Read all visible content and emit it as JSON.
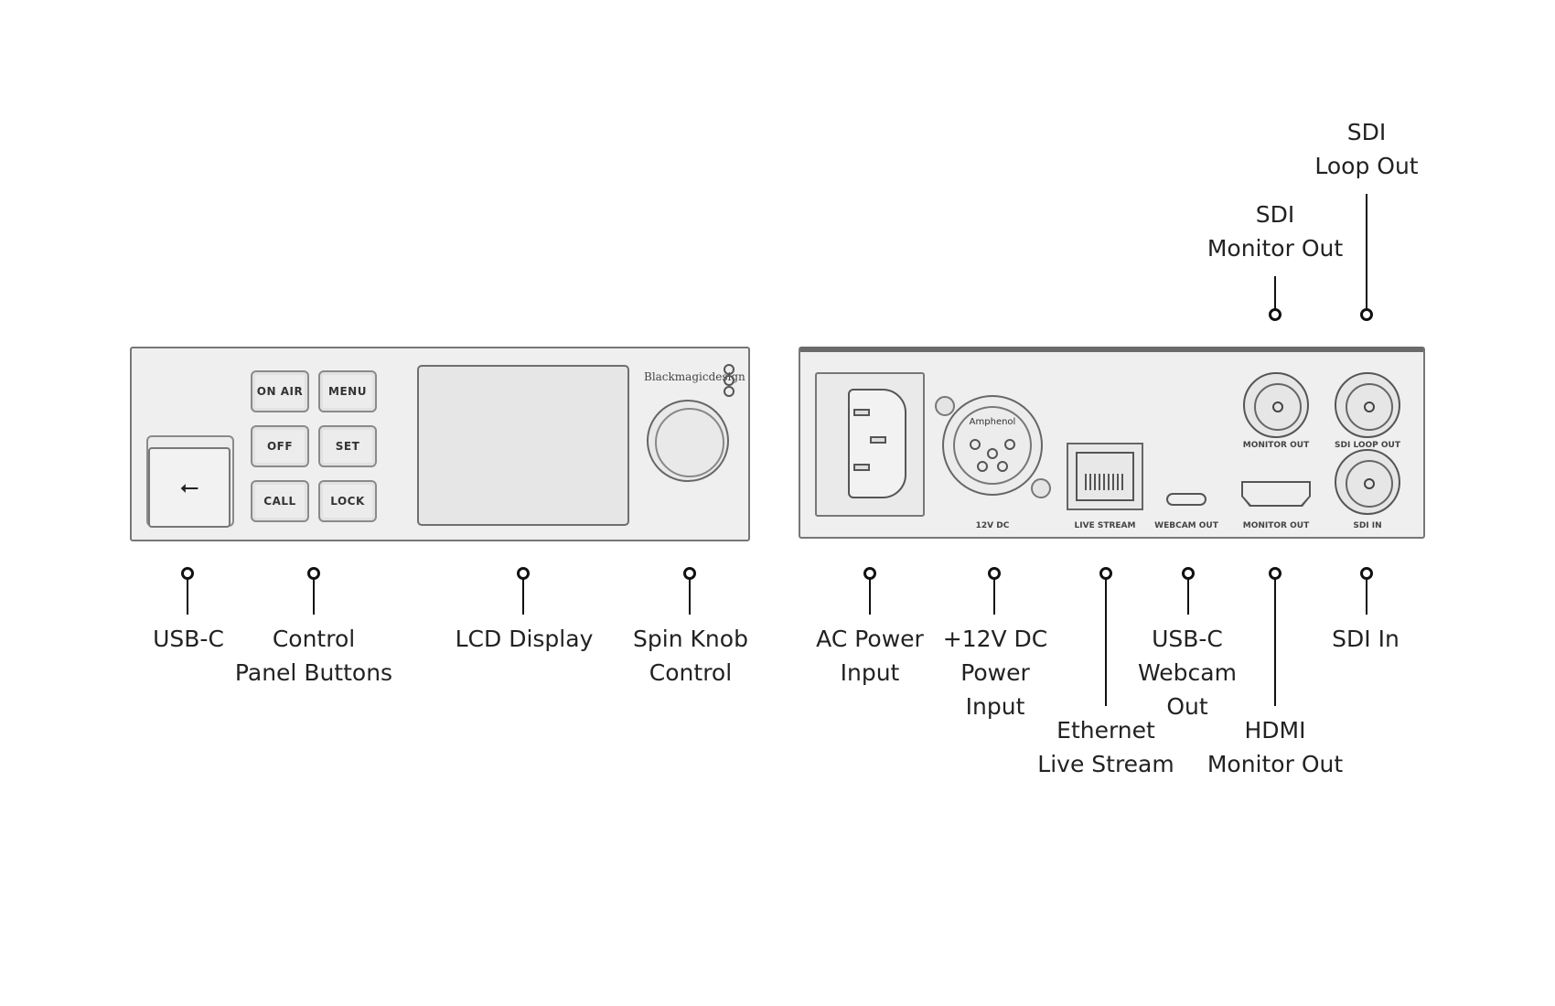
{
  "front_panel": {
    "buttons": [
      "ON AIR",
      "MENU",
      "OFF",
      "SET",
      "CALL",
      "LOCK"
    ],
    "usb_icon": "usb-icon",
    "logo_text": "Blackmagicdesign"
  },
  "rear_panel": {
    "connector_brand": "Amphenol",
    "port_labels": {
      "power_dc": "12V DC",
      "ethernet": "LIVE STREAM",
      "webcam": "WEBCAM OUT",
      "hdmi": "MONITOR OUT",
      "sdi_monitor": "MONITOR OUT",
      "sdi_loop": "SDI LOOP OUT",
      "sdi_in": "SDI IN"
    }
  },
  "callouts": {
    "usb_c": [
      "USB-C"
    ],
    "control_panel_buttons": [
      "Control",
      "Panel Buttons"
    ],
    "lcd_display": [
      "LCD Display"
    ],
    "spin_knob": [
      "Spin Knob",
      "Control"
    ],
    "ac_power": [
      "AC Power",
      "Input"
    ],
    "dc_power": [
      "+12V DC",
      "Power",
      "Input"
    ],
    "ethernet": [
      "Ethernet",
      "Live Stream"
    ],
    "usb_c_webcam": [
      "USB-C",
      "Webcam",
      "Out"
    ],
    "hdmi_monitor": [
      "HDMI",
      "Monitor Out"
    ],
    "sdi_in": [
      "SDI In"
    ],
    "sdi_monitor_out": [
      "SDI",
      "Monitor Out"
    ],
    "sdi_loop_out": [
      "SDI",
      "Loop Out"
    ]
  }
}
